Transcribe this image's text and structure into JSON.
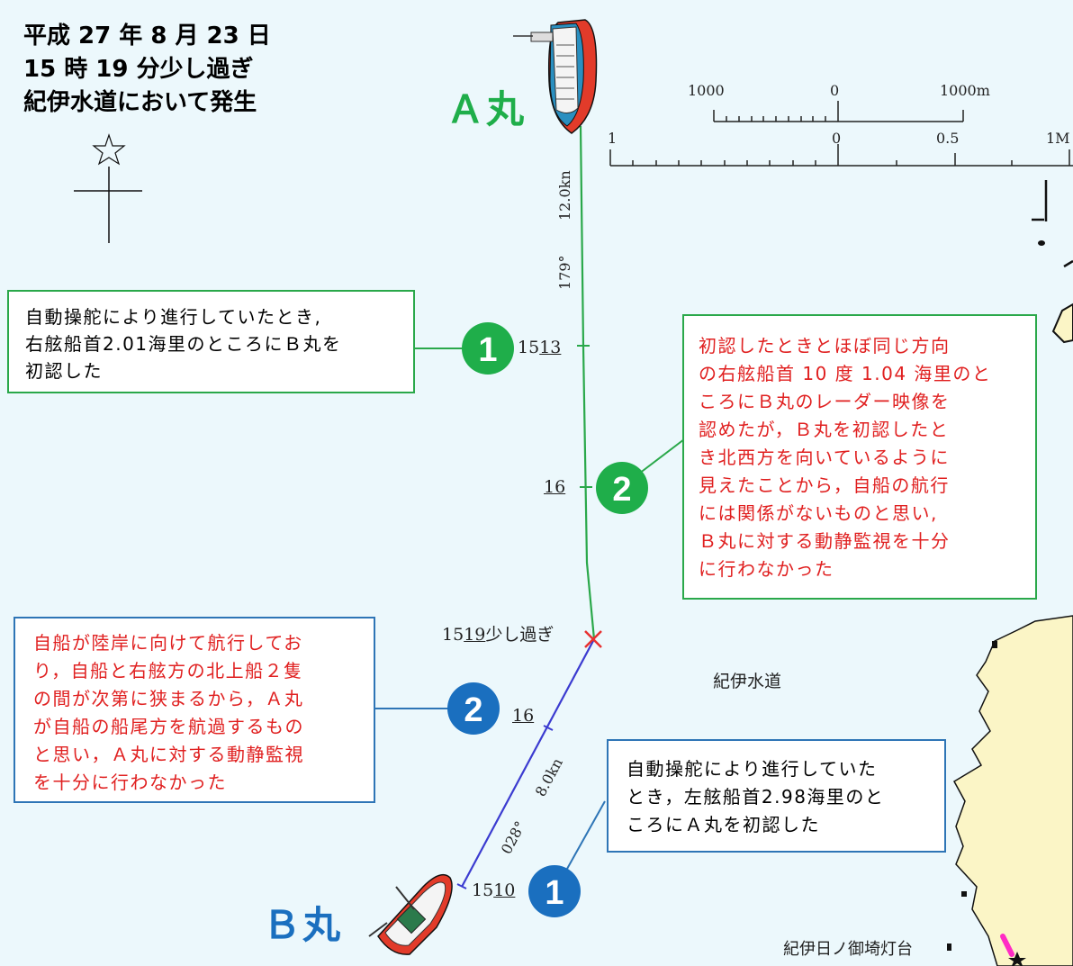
{
  "title": {
    "line1": "平成 27 年 8 月 23 日",
    "line2": "15 時 19 分少し過ぎ",
    "line3": "紀伊水道において発生"
  },
  "vessels": {
    "a_name": "Ａ丸",
    "b_name": "Ｂ丸"
  },
  "scale_bar": {
    "meters_left": "1000",
    "meters_zero": "0",
    "meters_right": "1000m",
    "nm_left": "1",
    "nm_zero": "0",
    "nm_half": "0.5",
    "nm_right": "1M"
  },
  "track_a": {
    "course": "179°",
    "speed": "12.0kn",
    "time_1513": {
      "prefix": "15",
      "underlined": "13"
    },
    "time_16": "16"
  },
  "track_b": {
    "course": "028°",
    "speed": "8.0kn",
    "time_16": "16",
    "time_1510": {
      "prefix": "15",
      "underlined": "10"
    }
  },
  "collision": {
    "prefix": "15",
    "underlined": "19",
    "suffix": "少し過ぎ"
  },
  "place_labels": {
    "channel": "紀伊水道",
    "lighthouse": "紀伊日ノ御埼灯台"
  },
  "markers": {
    "a1": "1",
    "a2": "2",
    "b1": "1",
    "b2": "2"
  },
  "notes": {
    "a1": [
      "自動操舵により進行していたとき,",
      "右舷船首2.01海里のところにＢ丸を",
      "初認した"
    ],
    "a2": [
      "初認したときとほぼ同じ方向",
      "の右舷船首 10 度 1.04 海里のと",
      "ころにＢ丸のレーダー映像を",
      "認めたが，Ｂ丸を初認したと",
      "き北西方を向いているように",
      "見えたことから，自船の航行",
      "には関係がないものと思い,",
      "Ｂ丸に対する動静監視を十分",
      "に行わなかった"
    ],
    "b2": [
      "自船が陸岸に向けて航行してお",
      "り，自船と右舷方の北上船２隻",
      "の間が次第に狭まるから，Ａ丸",
      "が自船の船尾方を航過するもの",
      "と思い，Ａ丸に対する動静監視",
      "を十分に行わなかった"
    ],
    "b1": [
      "自動操舵により進行していた",
      "とき，左舷船首2.98海里のと",
      "ころにＡ丸を初認した"
    ]
  },
  "colors": {
    "sea": "#ecf8fc",
    "land": "#fbf5c6",
    "track_a": "#2aa84a",
    "track_b": "#3b3bd0",
    "marker_a": "#1fae4a",
    "marker_b": "#1a6fbf",
    "note_red": "#e02020",
    "collision": "#e83030"
  }
}
